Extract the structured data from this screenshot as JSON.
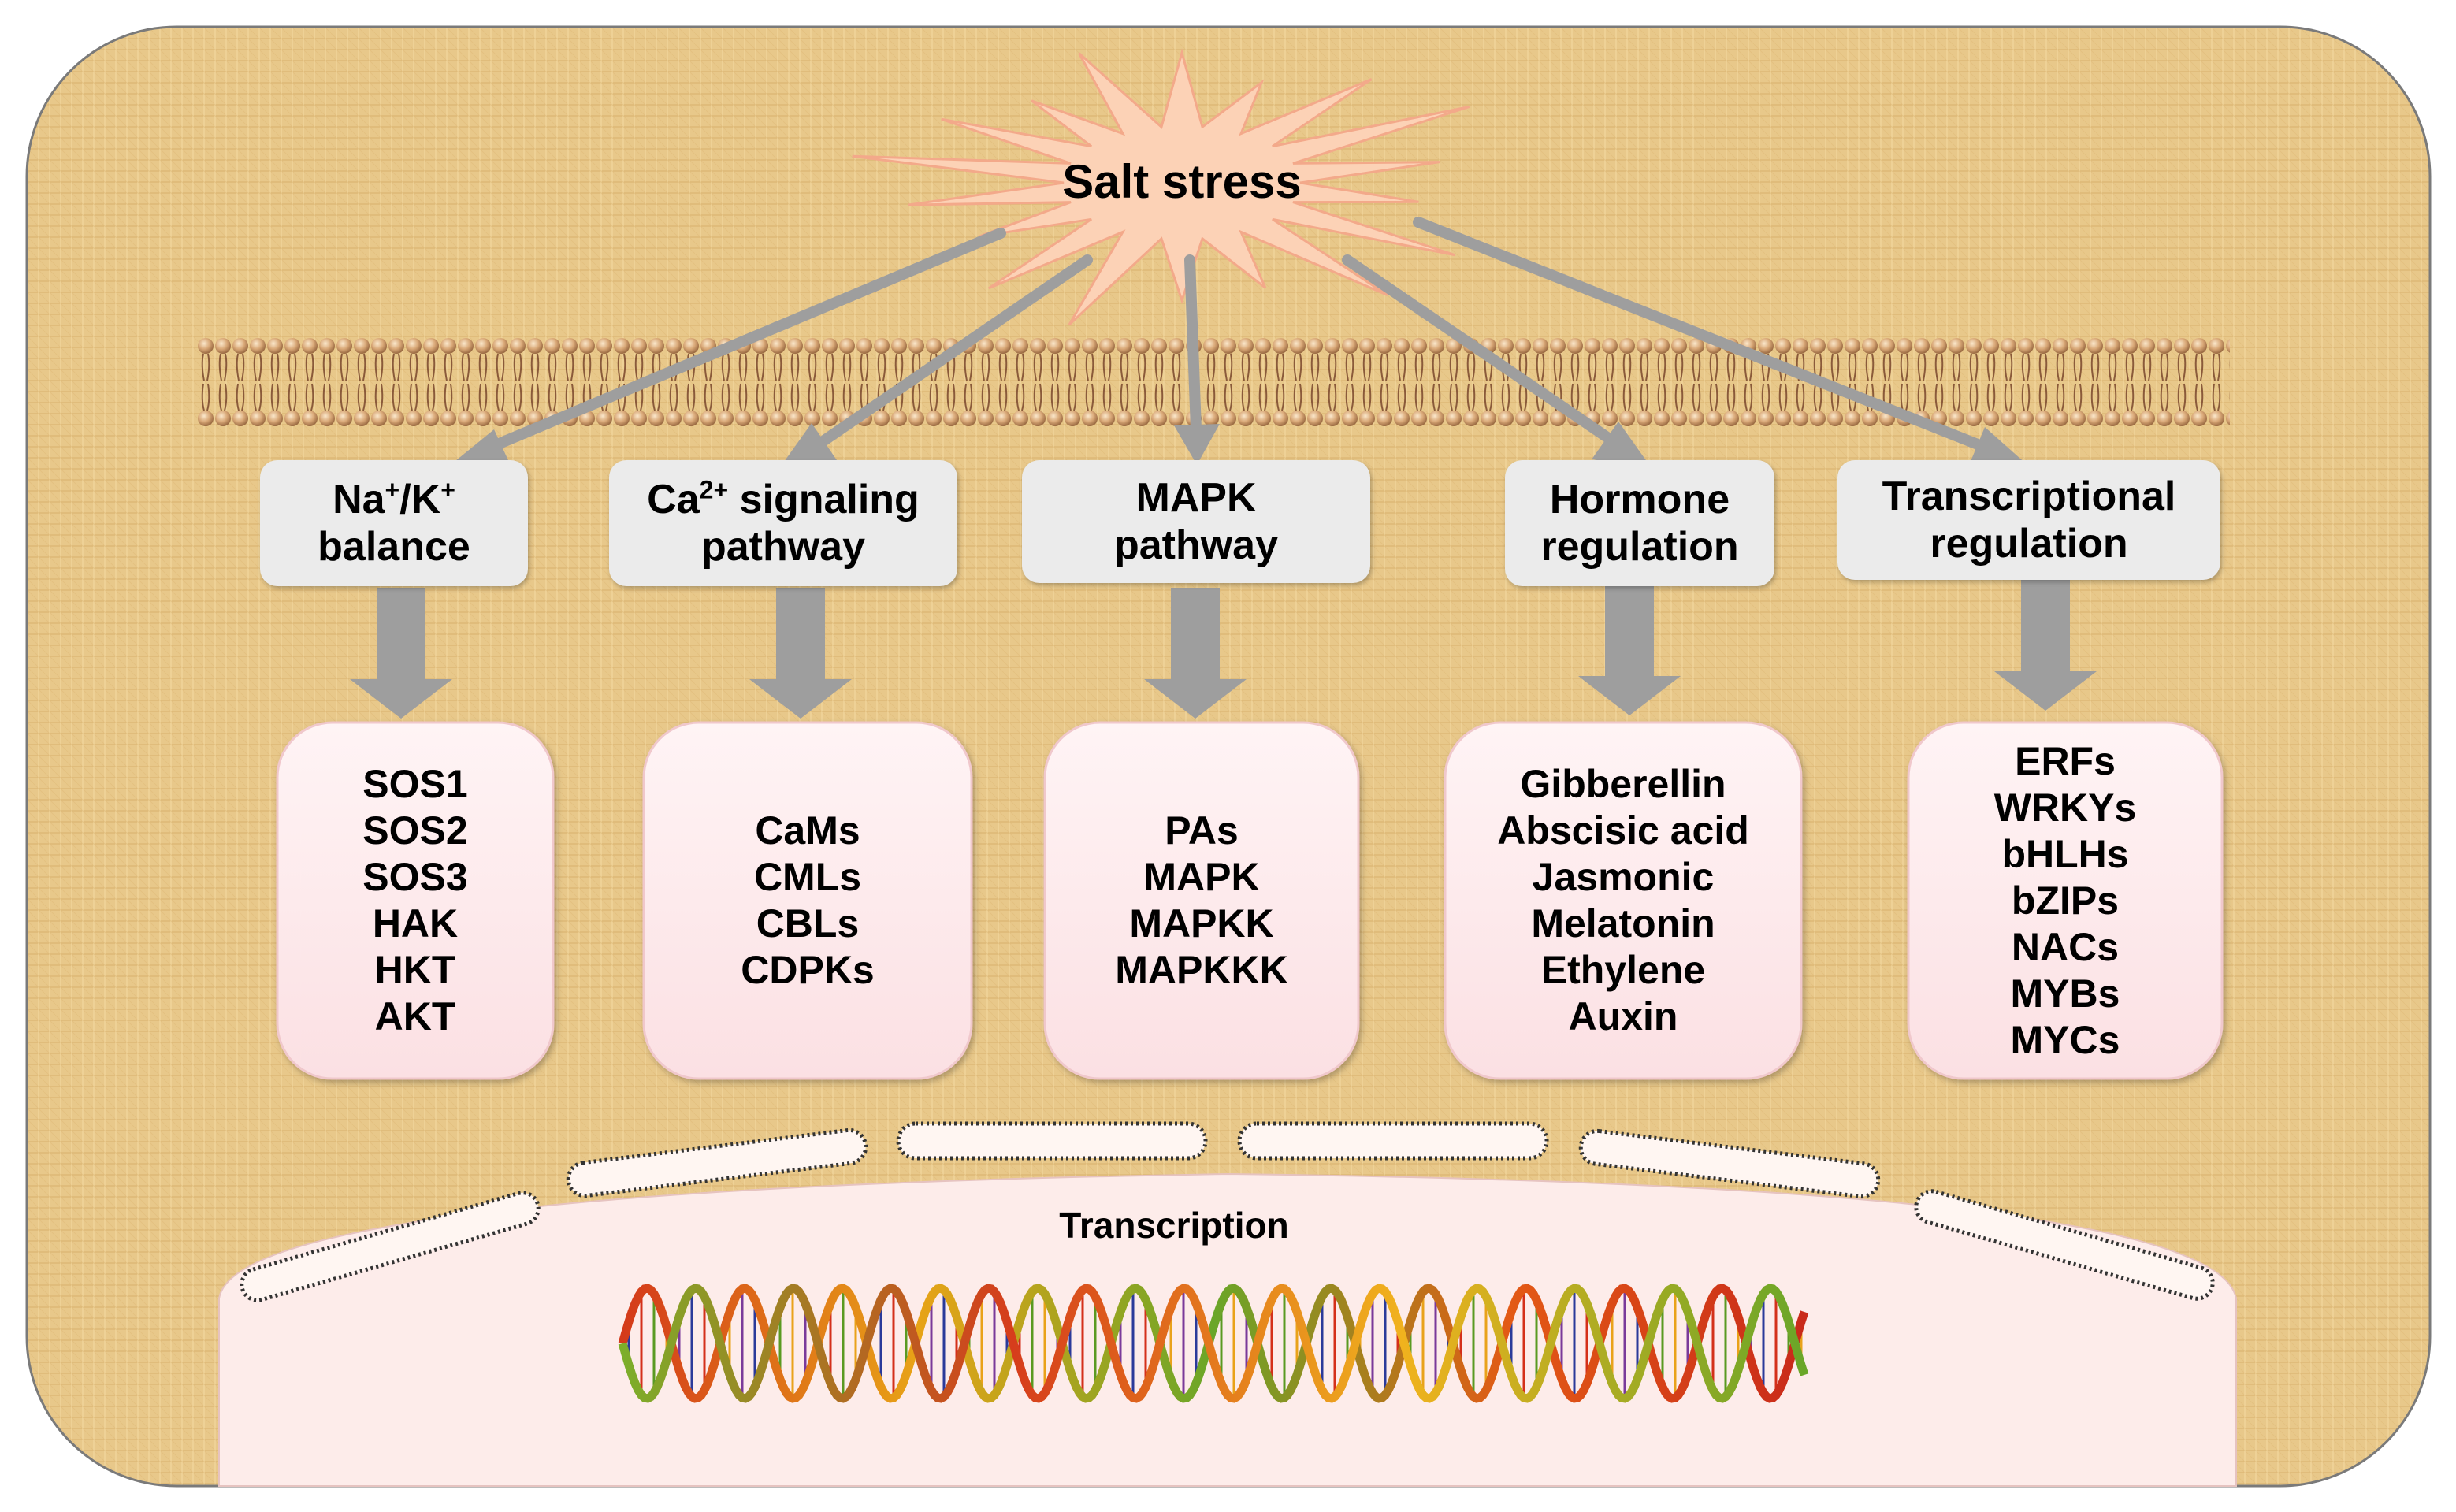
{
  "stress": {
    "label": "Salt stress"
  },
  "pathways": [
    {
      "id": "na-k",
      "line1": {
        "pre": "Na",
        "sup1": "+",
        "mid": "/K",
        "sup2": "+"
      },
      "line2": "balance",
      "items": [
        "SOS1",
        "SOS2",
        "SOS3",
        "HAK",
        "HKT",
        "AKT"
      ]
    },
    {
      "id": "ca",
      "line1": {
        "pre": "Ca",
        "sup1": "2+",
        "mid": " signaling",
        "sup2": ""
      },
      "line2": "pathway",
      "items": [
        "CaMs",
        "CMLs",
        "CBLs",
        "CDPKs"
      ]
    },
    {
      "id": "mapk",
      "line1": {
        "pre": "MAPK",
        "sup1": "",
        "mid": "",
        "sup2": ""
      },
      "line2": "pathway",
      "items": [
        "PAs",
        "MAPK",
        "MAPKK",
        "MAPKKK"
      ]
    },
    {
      "id": "hormone",
      "line1": {
        "pre": "Hormone",
        "sup1": "",
        "mid": "",
        "sup2": ""
      },
      "line2": "regulation",
      "items": [
        "Gibberellin",
        "Abscisic acid",
        "Jasmonic",
        "Melatonin",
        "Ethylene",
        "Auxin"
      ]
    },
    {
      "id": "transcriptional",
      "line1": {
        "pre": "Transcriptional",
        "sup1": "",
        "mid": "",
        "sup2": ""
      },
      "line2": "regulation",
      "items": [
        "ERFs",
        "WRKYs",
        "bHLHs",
        "bZIPs",
        "NACs",
        "MYBs",
        "MYCs"
      ]
    }
  ],
  "nucleus": {
    "label": "Transcription"
  },
  "colors": {
    "cell_fill": "#e8c88a",
    "cell_border": "#7a7a7a",
    "arrow": "#9e9e9e",
    "label_box": "#ebebeb",
    "list_box": "#fde8ea",
    "list_border": "#f0c8cc",
    "burst": "#fcd2b6",
    "nucleus": "#fdecea",
    "membrane_head": "#c08a5a",
    "membrane_tail": "#8a5a3a"
  },
  "icons": {
    "burst": "starburst",
    "membrane": "lipid-bilayer",
    "nucleus": "nuclear-envelope",
    "dna": "dna-double-helix"
  }
}
